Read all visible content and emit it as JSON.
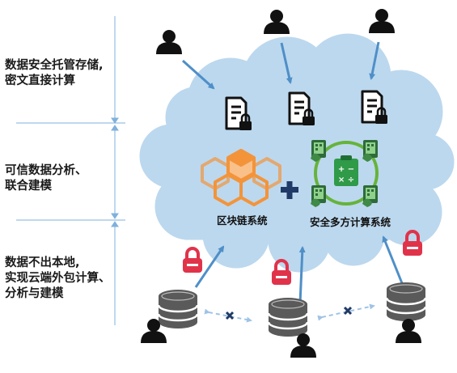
{
  "left_labels": [
    [
      "数据安全托管存储,",
      "密文直接计算"
    ],
    [
      "可信数据分析、",
      "联合建模"
    ],
    [
      "数据不出本地,",
      "实现云端外包计算、",
      "分析与建模"
    ]
  ],
  "systems": {
    "blockchain": "区块链系统",
    "mpc": "安全多方计算系统"
  },
  "colors": {
    "cloud": "#bcd8ee",
    "arrow": "#4f8fc8",
    "lock": "#e0334a",
    "blockchain": "#f3943a",
    "mpc_ring": "#66b33a",
    "mpc_green": "#2f9a48",
    "cross": "#1f3a66",
    "user": "#111111"
  }
}
